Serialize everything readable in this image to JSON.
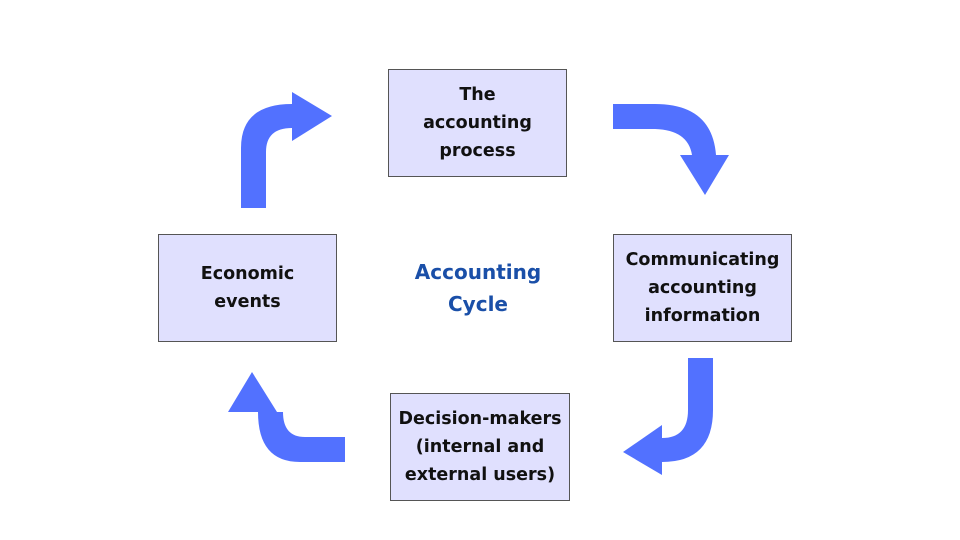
{
  "title": "Accounting\nCycle",
  "nodes": {
    "top": "The\naccounting\nprocess",
    "right": "Communicating\naccounting\ninformation",
    "bottom": "Decision-makers\n(internal and\nexternal users)",
    "left": "Economic\nevents"
  },
  "colors": {
    "arrow": "#5271ff",
    "box_fill": "#e0e0fe",
    "title": "#1a4fa8"
  }
}
